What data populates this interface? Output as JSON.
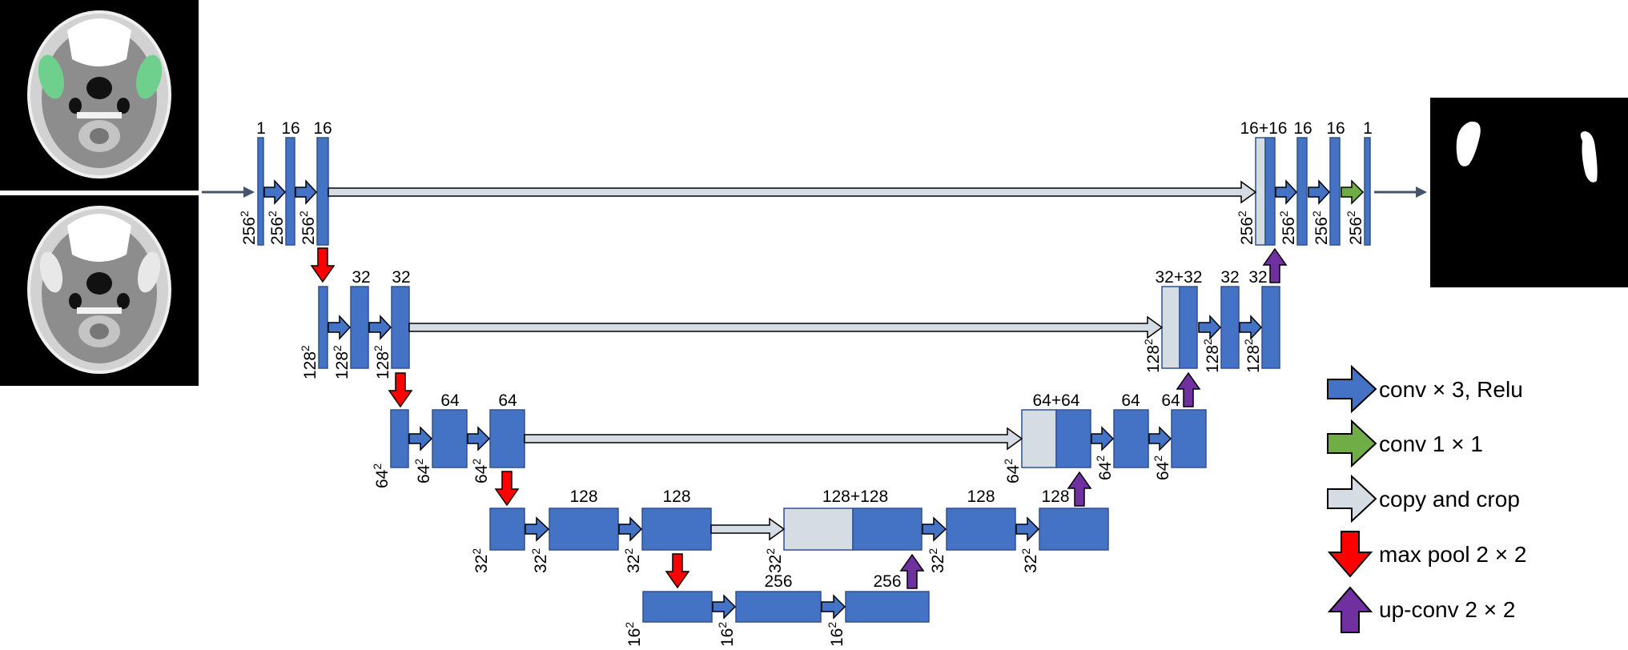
{
  "colors": {
    "feature_map": "#4472c4",
    "feature_map_stroke": "#2f528f",
    "copied_map": "#d6dce4",
    "conv_arrow": "#4472c4",
    "conv1x1_arrow": "#70ad47",
    "copy_arrow": "#d6dce4",
    "maxpool_arrow": "#ff0000",
    "upconv_arrow": "#7030a0",
    "io_arrow": "#44546a"
  },
  "images": {
    "input_top": "ct-slice-with-green-mask",
    "input_bottom": "ct-slice",
    "output": "binary-segmentation-mask"
  },
  "channels": {
    "enc1": [
      "1",
      "16",
      "16"
    ],
    "enc2": [
      "32",
      "32"
    ],
    "enc3": [
      "64",
      "64"
    ],
    "enc4": [
      "128",
      "128"
    ],
    "bottleneck": [
      "256",
      "256"
    ],
    "dec4": [
      "128+128",
      "128",
      "128"
    ],
    "dec3": [
      "64+64",
      "64",
      "64"
    ],
    "dec2": [
      "32+32",
      "32",
      "32"
    ],
    "dec1": [
      "16+16",
      "16",
      "16",
      "1"
    ]
  },
  "sizes": {
    "s256": "256",
    "s128": "128",
    "s64": "64",
    "s32": "32",
    "s16": "16",
    "exp": "2"
  },
  "legend": {
    "conv": "conv × 3, Relu",
    "conv1x1": "conv 1 × 1",
    "copy": "copy and crop",
    "maxpool": "max pool 2 × 2",
    "upconv": "up-conv 2 × 2"
  }
}
